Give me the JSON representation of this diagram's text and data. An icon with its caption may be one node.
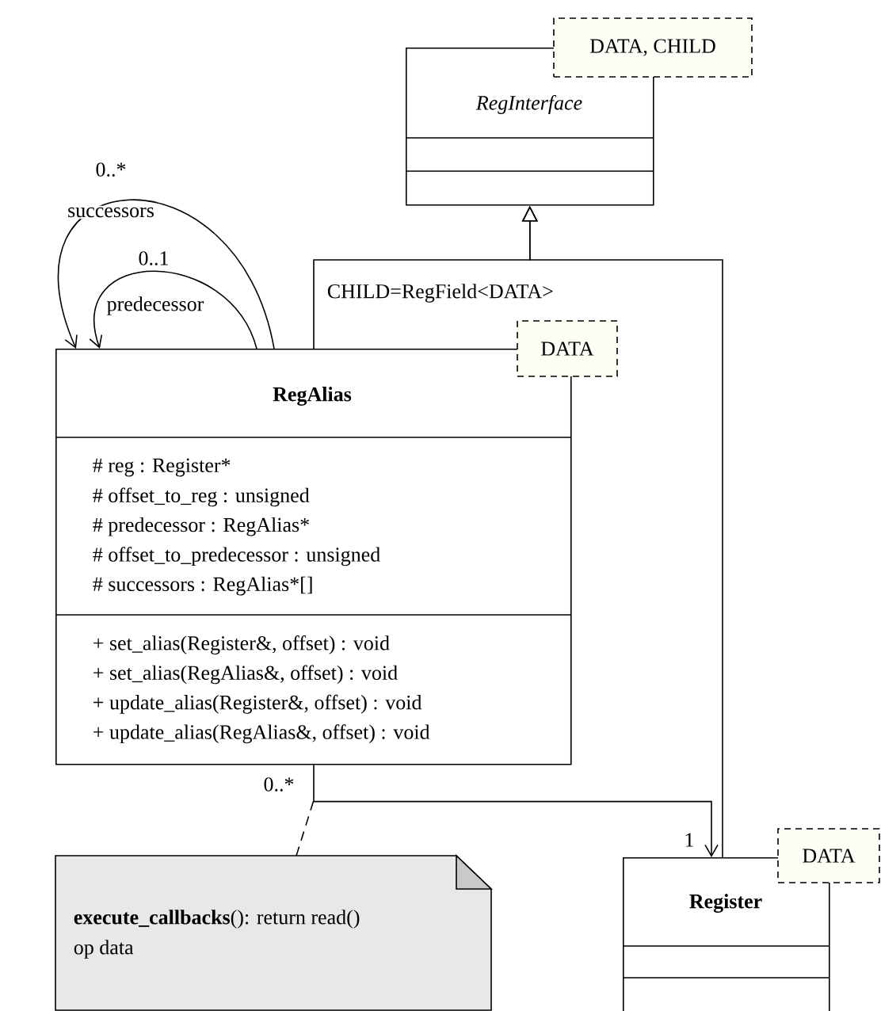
{
  "diagram": {
    "nodes": [
      {
        "text": [
          "RegInterface"
        ]
      },
      {
        "text": [
          "DATA, CHILD"
        ]
      },
      {
        "text": [
          "RegAlias",
          "# reg : Register*",
          "# offset_to_reg : unsigned",
          "# predecessor : RegAlias*",
          "# offset_to_predecessor : unsigned",
          "# successors : RegAlias*[]",
          "+ set_alias(Register&, offset) : void",
          "+ set_alias(RegAlias&, offset) : void",
          "+ update_alias(Register&, offset) : void",
          "+ update_alias(RegAlias&, offset) : void"
        ]
      },
      {
        "text": [
          "DATA"
        ]
      },
      {
        "text": [
          "Register"
        ]
      },
      {
        "text": [
          "DATA"
        ]
      },
      {
        "text": [
          "**execute_callbacks**(): return read()",
          "op data"
        ]
      }
    ],
    "edges": [
      {
        "from": 2,
        "to": 0,
        "arrow": "to",
        "label": "CHILD=RegField<DATA>"
      },
      {
        "from": 4,
        "to": 0,
        "arrow": "to"
      },
      {
        "from": 2,
        "to": 2,
        "arrow": "to",
        "label": "successors"
      },
      {
        "from": 2,
        "to": 2,
        "arrow": "to",
        "label": "predecessor"
      },
      {
        "from": 2,
        "to": 4,
        "arrow": "to"
      },
      {
        "from": 6,
        "to": null,
        "arrow": "none",
        "style": "dashed"
      }
    ],
    "labels": [
      "0..*",
      "0..1",
      "0..*",
      "1"
    ]
  }
}
